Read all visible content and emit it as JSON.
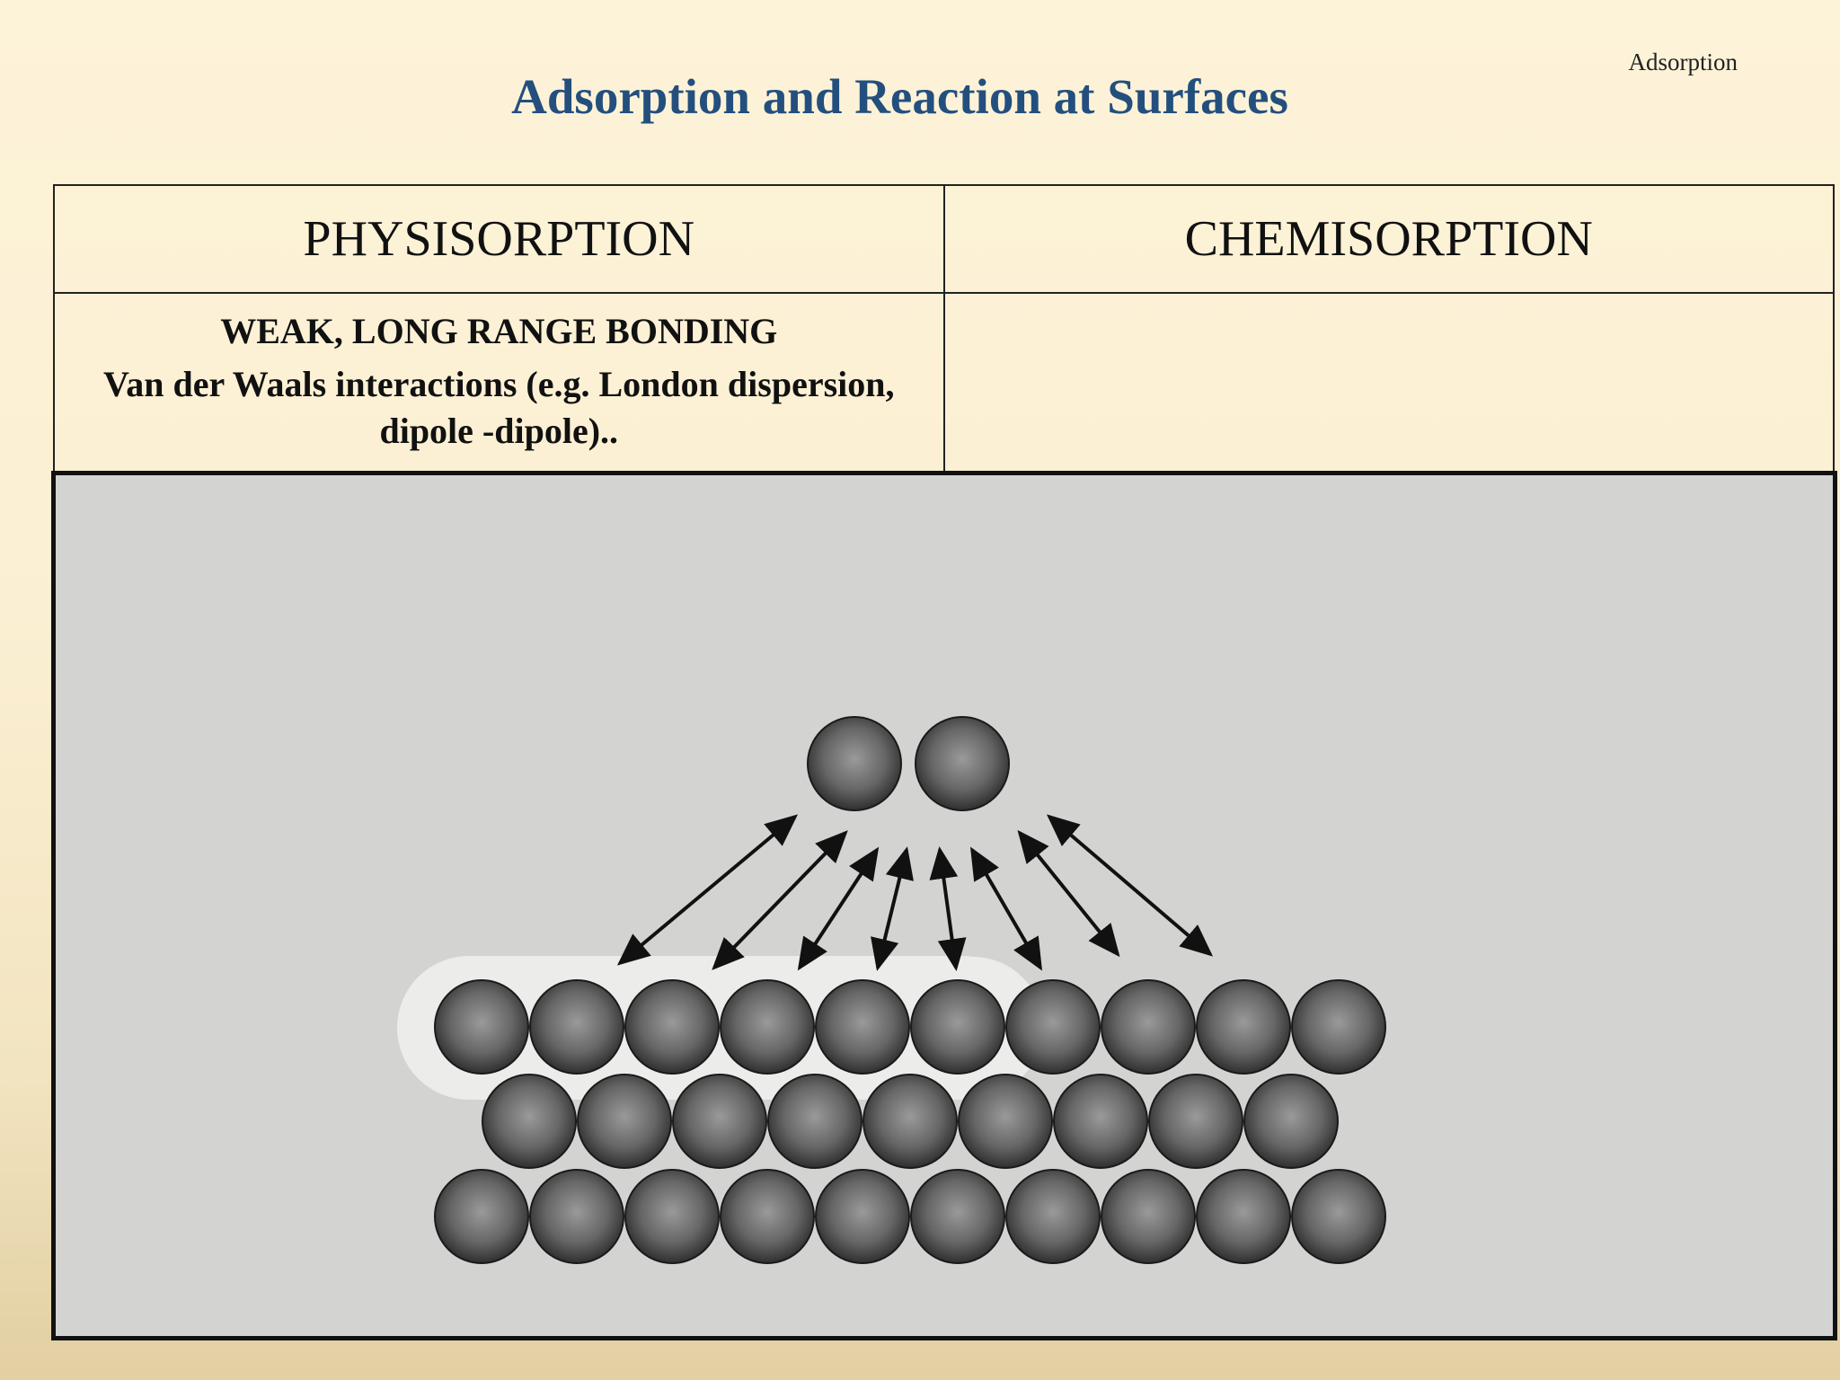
{
  "header": {
    "corner_label": "Adsorption",
    "title": "Adsorption and Reaction at Surfaces"
  },
  "table": {
    "columns": [
      "PHYSISORPTION",
      "CHEMISORPTION"
    ],
    "physisorption": {
      "bonding": "WEAK, LONG RANGE BONDING",
      "description": "Van der Waals interactions (e.g. London  dispersion, dipole -dipole).."
    },
    "chemisorption": {
      "bonding": "",
      "description": ""
    }
  },
  "figure": {
    "adsorbate_atoms": 2,
    "surface_rows": [
      10,
      9,
      10
    ],
    "interaction_arrows": 8,
    "colors": {
      "panel": "#d3d4d2",
      "atom_light": "#9a9a9a",
      "atom_dark": "#2f2f2f",
      "halo": "#ececea"
    }
  }
}
